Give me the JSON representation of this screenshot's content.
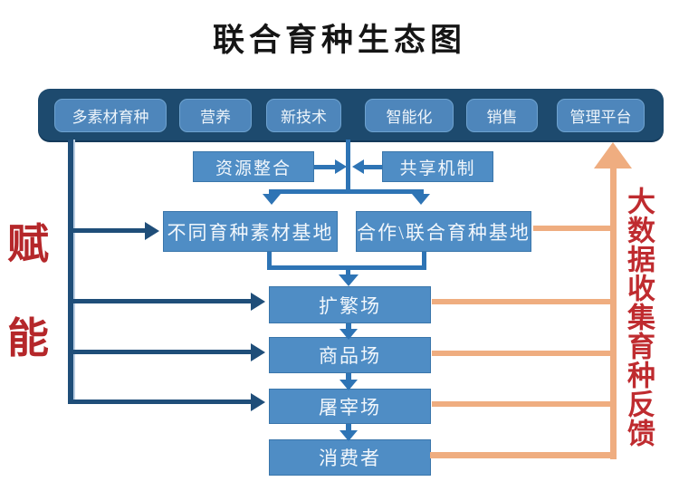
{
  "title": "联合育种生态图",
  "top_bar": {
    "items": [
      "多素材育种",
      "营养",
      "新技术",
      "智能化",
      "销售",
      "管理平台"
    ]
  },
  "integration": {
    "resource": "资源整合",
    "sharing": "共享机制"
  },
  "bases": {
    "left": "不同育种素材基地",
    "right": "合作\\联合育种基地"
  },
  "chain": [
    "扩繁场",
    "商品场",
    "屠宰场",
    "消费者"
  ],
  "left_caption": {
    "char1": "赋",
    "char2": "能"
  },
  "right_caption": "大数据收集育种反馈",
  "colors": {
    "bar_navy": "#1d4a6e",
    "chip_blue": "#4e86bb",
    "box_blue": "#4f8dc5",
    "connector_dark": "#1f4e79",
    "connector_mid": "#2e74b5",
    "feedback_orange": "#efad80",
    "caption_red": "#b5272a"
  }
}
